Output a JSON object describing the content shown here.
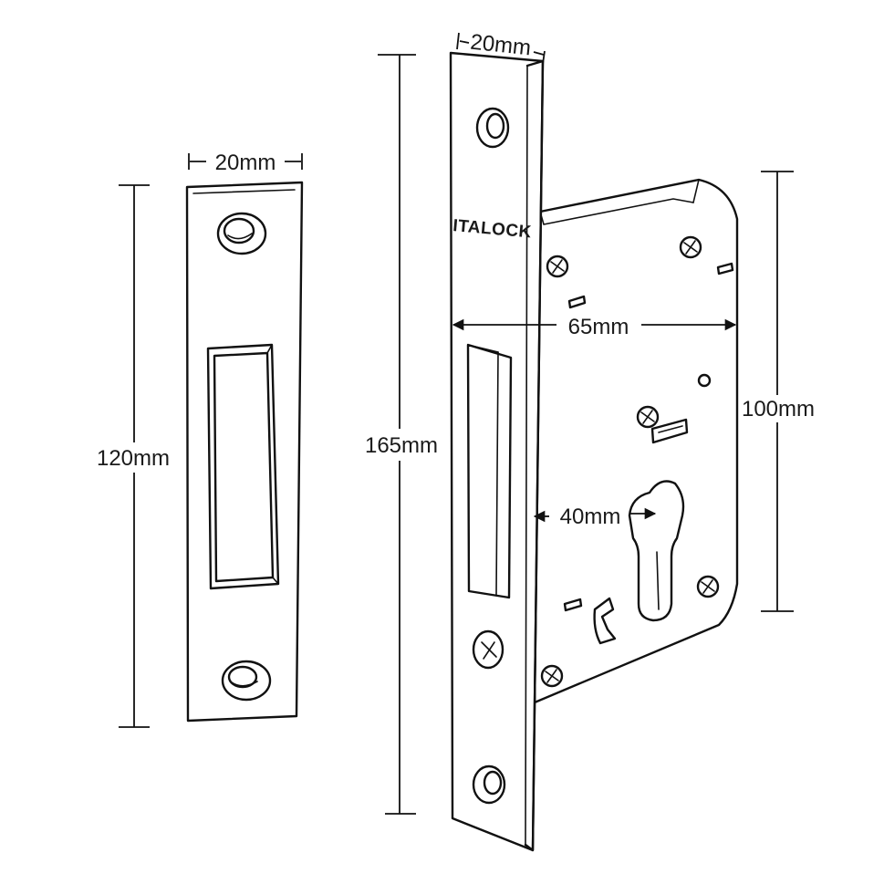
{
  "strike_plate": {
    "width_label": "20mm",
    "height_label": "120mm"
  },
  "mortice_lock": {
    "brand": "ITALOCK",
    "faceplate_width_label": "20mm",
    "faceplate_height_label": "165mm",
    "case_width_label": "65mm",
    "backset_label": "40mm",
    "case_height_label": "100mm"
  },
  "colors": {
    "ink": "#111111",
    "background": "#ffffff"
  }
}
